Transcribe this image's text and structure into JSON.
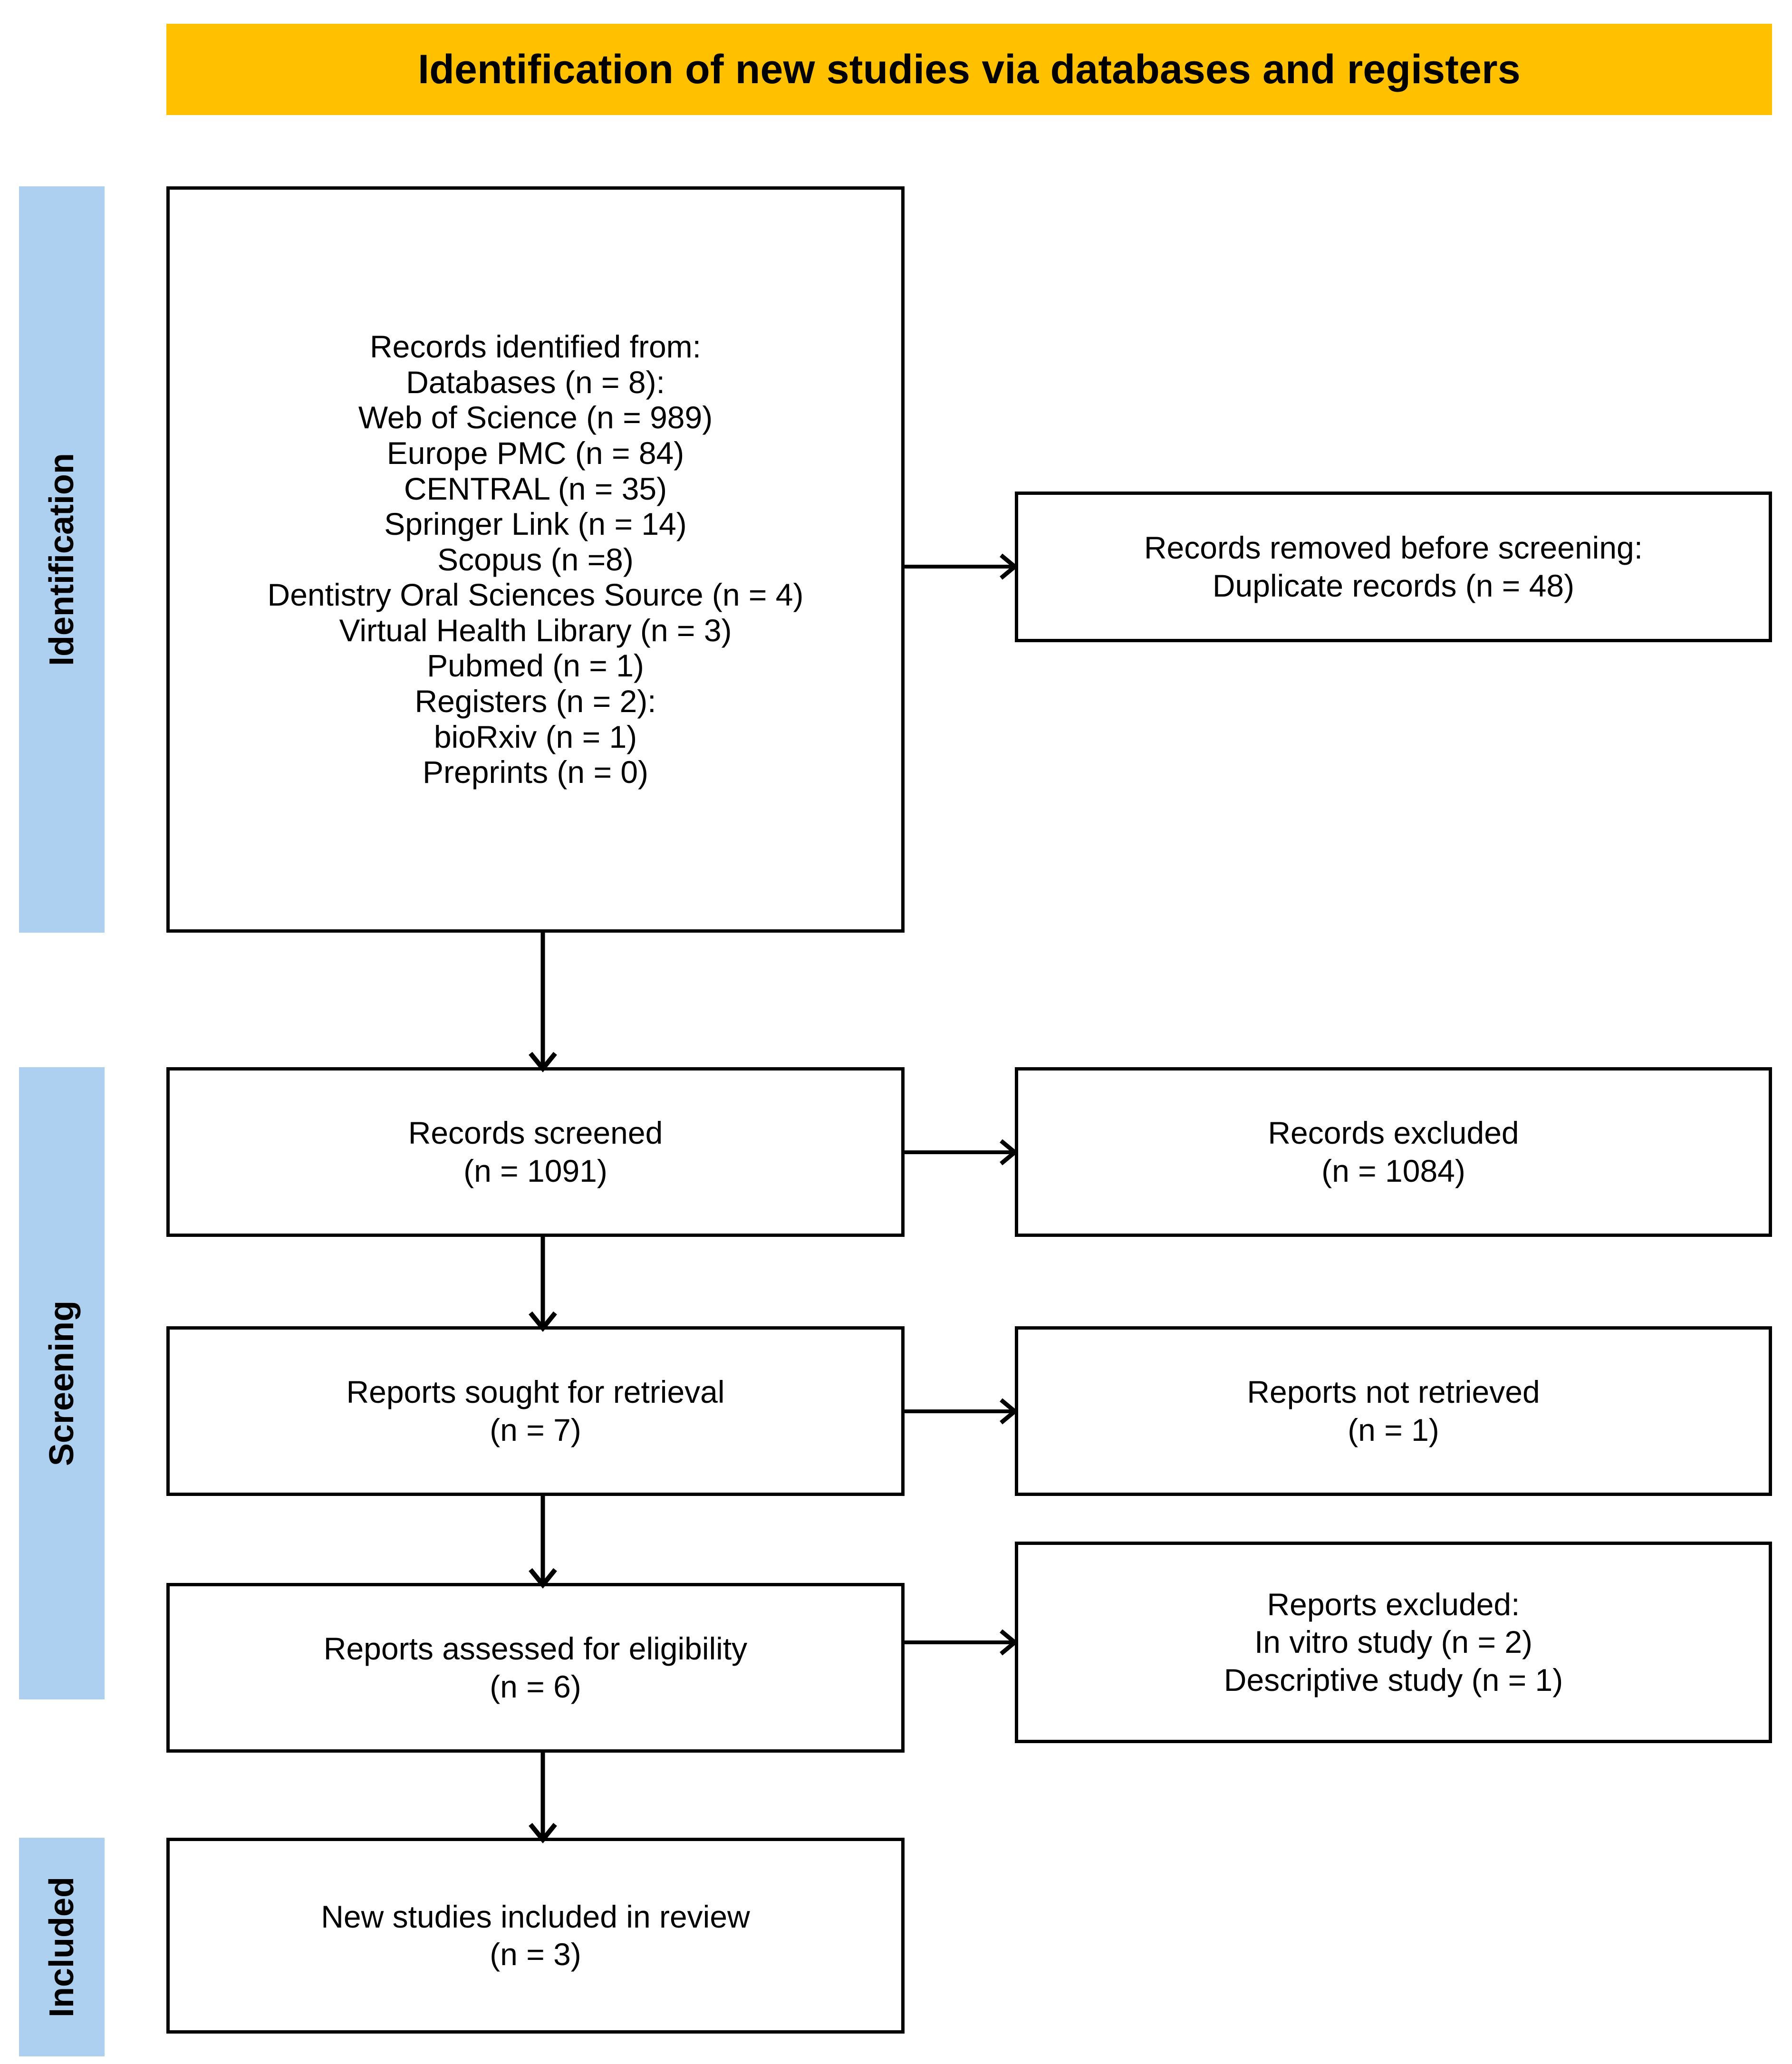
{
  "header": {
    "title": "Identification of new studies via databases and registers",
    "banner_color": "#FFC000"
  },
  "stages": {
    "band_color": "#AED0F0",
    "identification": "Identification",
    "screening": "Screening",
    "included": "Included"
  },
  "boxes": {
    "records_identified": {
      "lines": [
        "Records identified from:",
        "Databases (n = 8):",
        "Web of Science (n = 989)",
        "Europe PMC (n = 84)",
        "CENTRAL (n = 35)",
        "Springer Link (n = 14)",
        "Scopus (n =8)",
        "Dentistry Oral Sciences Source (n = 4)",
        "Virtual Health Library (n = 3)",
        "Pubmed (n = 1)",
        "Registers (n = 2):",
        "bioRxiv (n = 1)",
        "Preprints (n = 0)"
      ]
    },
    "records_removed": {
      "lines": [
        "Records removed before screening:",
        "Duplicate records (n = 48)"
      ]
    },
    "records_screened": {
      "line1": "Records screened",
      "line2": "(n = 1091)"
    },
    "records_excluded": {
      "line1": "Records excluded",
      "line2": "(n = 1084)"
    },
    "reports_sought": {
      "line1": "Reports sought for retrieval",
      "line2": "(n = 7)"
    },
    "reports_not_retrieved": {
      "line1": "Reports not retrieved",
      "line2": "(n = 1)"
    },
    "reports_assessed": {
      "line1": "Reports assessed for eligibility",
      "line2": "(n = 6)"
    },
    "reports_excluded": {
      "lines": [
        "Reports excluded:",
        "In vitro study (n = 2)",
        "Descriptive study (n = 1)"
      ]
    },
    "new_studies_included": {
      "line1": "New studies included in review",
      "line2": "(n = 3)"
    }
  },
  "chart_data": {
    "type": "diagram",
    "diagram_type": "PRISMA 2020 flow diagram",
    "title": "Identification of new studies via databases and registers",
    "stages": [
      "Identification",
      "Screening",
      "Included"
    ],
    "nodes": [
      {
        "id": "records_identified",
        "stage": "Identification",
        "label": "Records identified from",
        "total_databases": 8,
        "total_registers": 2,
        "sources": [
          {
            "name": "Web of Science",
            "n": 989
          },
          {
            "name": "Europe PMC",
            "n": 84
          },
          {
            "name": "CENTRAL",
            "n": 35
          },
          {
            "name": "Springer Link",
            "n": 14
          },
          {
            "name": "Scopus",
            "n": 8
          },
          {
            "name": "Dentistry Oral Sciences Source",
            "n": 4
          },
          {
            "name": "Virtual Health Library",
            "n": 3
          },
          {
            "name": "Pubmed",
            "n": 1
          },
          {
            "name": "bioRxiv",
            "n": 1
          },
          {
            "name": "Preprints",
            "n": 0
          }
        ]
      },
      {
        "id": "records_removed",
        "stage": "Identification",
        "label": "Records removed before screening: Duplicate records",
        "n": 48
      },
      {
        "id": "records_screened",
        "stage": "Screening",
        "label": "Records screened",
        "n": 1091
      },
      {
        "id": "records_excluded",
        "stage": "Screening",
        "label": "Records excluded",
        "n": 1084
      },
      {
        "id": "reports_sought",
        "stage": "Screening",
        "label": "Reports sought for retrieval",
        "n": 7
      },
      {
        "id": "reports_not_retrieved",
        "stage": "Screening",
        "label": "Reports not retrieved",
        "n": 1
      },
      {
        "id": "reports_assessed",
        "stage": "Screening",
        "label": "Reports assessed for eligibility",
        "n": 6
      },
      {
        "id": "reports_excluded",
        "stage": "Screening",
        "label": "Reports excluded",
        "reasons": [
          {
            "reason": "In vitro study",
            "n": 2
          },
          {
            "reason": "Descriptive study",
            "n": 1
          }
        ]
      },
      {
        "id": "new_studies_included",
        "stage": "Included",
        "label": "New studies included in review",
        "n": 3
      }
    ],
    "edges": [
      {
        "from": "records_identified",
        "to": "records_removed",
        "direction": "right"
      },
      {
        "from": "records_identified",
        "to": "records_screened",
        "direction": "down"
      },
      {
        "from": "records_screened",
        "to": "records_excluded",
        "direction": "right"
      },
      {
        "from": "records_screened",
        "to": "reports_sought",
        "direction": "down"
      },
      {
        "from": "reports_sought",
        "to": "reports_not_retrieved",
        "direction": "right"
      },
      {
        "from": "reports_sought",
        "to": "reports_assessed",
        "direction": "down"
      },
      {
        "from": "reports_assessed",
        "to": "reports_excluded",
        "direction": "right"
      },
      {
        "from": "reports_assessed",
        "to": "new_studies_included",
        "direction": "down"
      }
    ]
  }
}
